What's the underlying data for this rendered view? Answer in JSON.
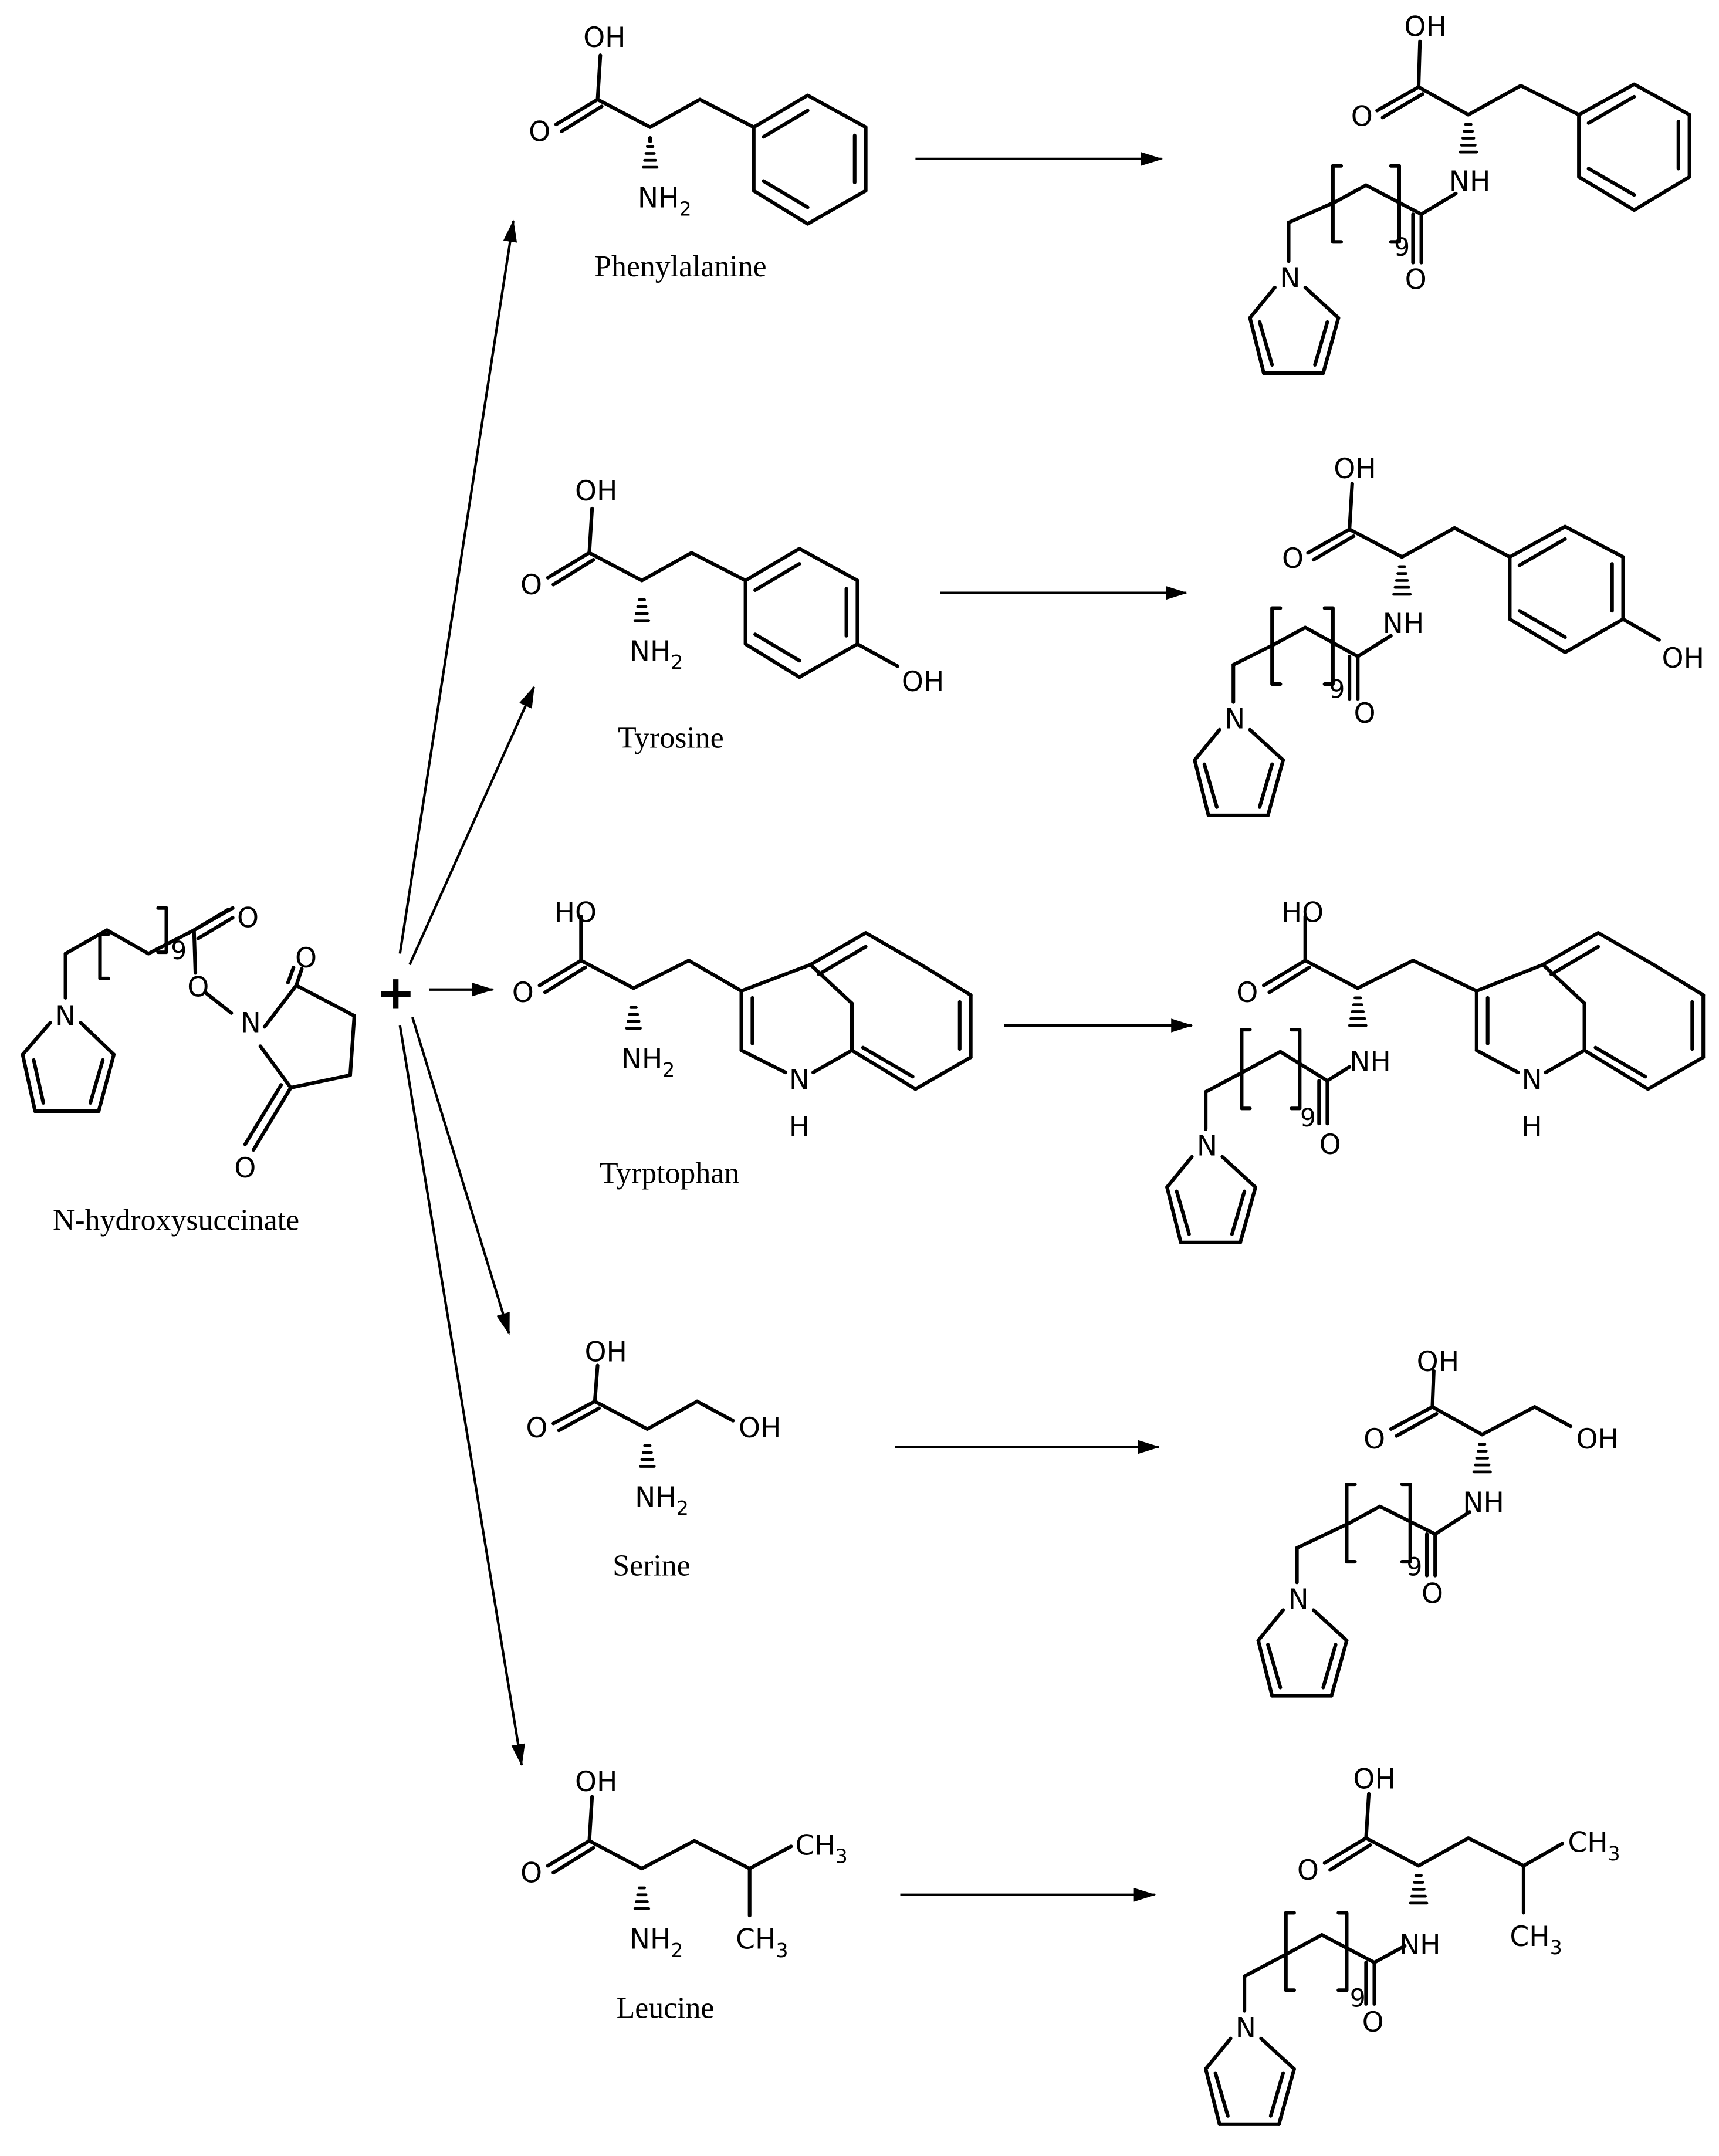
{
  "reagent": {
    "name": "N-hydroxysuccinate",
    "plus": "+",
    "atoms": {
      "n_pyrrole": "N",
      "repeat": "9",
      "o_carbonyl": "O",
      "o_ester": "O",
      "n_imide": "N",
      "o_imide_top": "O",
      "o_imide_bottom": "O"
    }
  },
  "atoms": {
    "oh": "OH",
    "o": "O",
    "nh2": "NH",
    "nh2_sub": "2",
    "nh": "NH",
    "n": "N",
    "h": "H",
    "ho": "HO",
    "repeat": "9",
    "ch": "CH",
    "ch3_sub": "3"
  },
  "amino_acids": [
    {
      "name": "Phenylalanine"
    },
    {
      "name": "Tyrosine"
    },
    {
      "name": "Tyrptophan"
    },
    {
      "name": "Serine"
    },
    {
      "name": "Leucine"
    }
  ]
}
